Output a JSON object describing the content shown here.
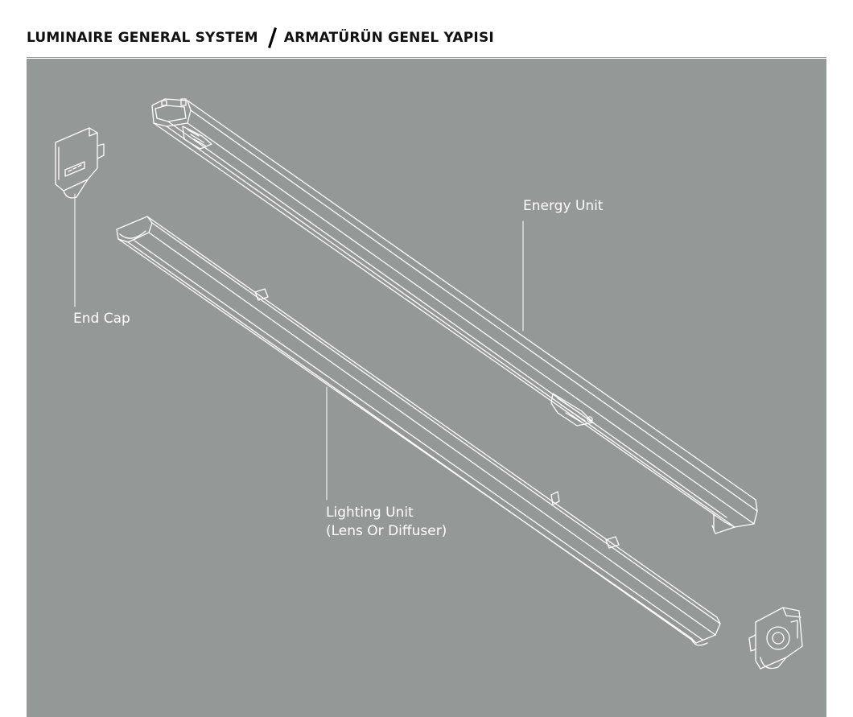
{
  "header": {
    "title_en": "LUMINAIRE GENERAL SYSTEM",
    "title_tr": "ARMATÜRÜN GENEL YAPISI"
  },
  "diagram": {
    "background_color": "#949897",
    "line_color": "#ffffff",
    "labels": {
      "energy_unit": "Energy Unit",
      "end_cap": "End Cap",
      "lighting_unit_line1": "Lighting Unit",
      "lighting_unit_line2": "(Lens Or Diffuser)"
    }
  }
}
